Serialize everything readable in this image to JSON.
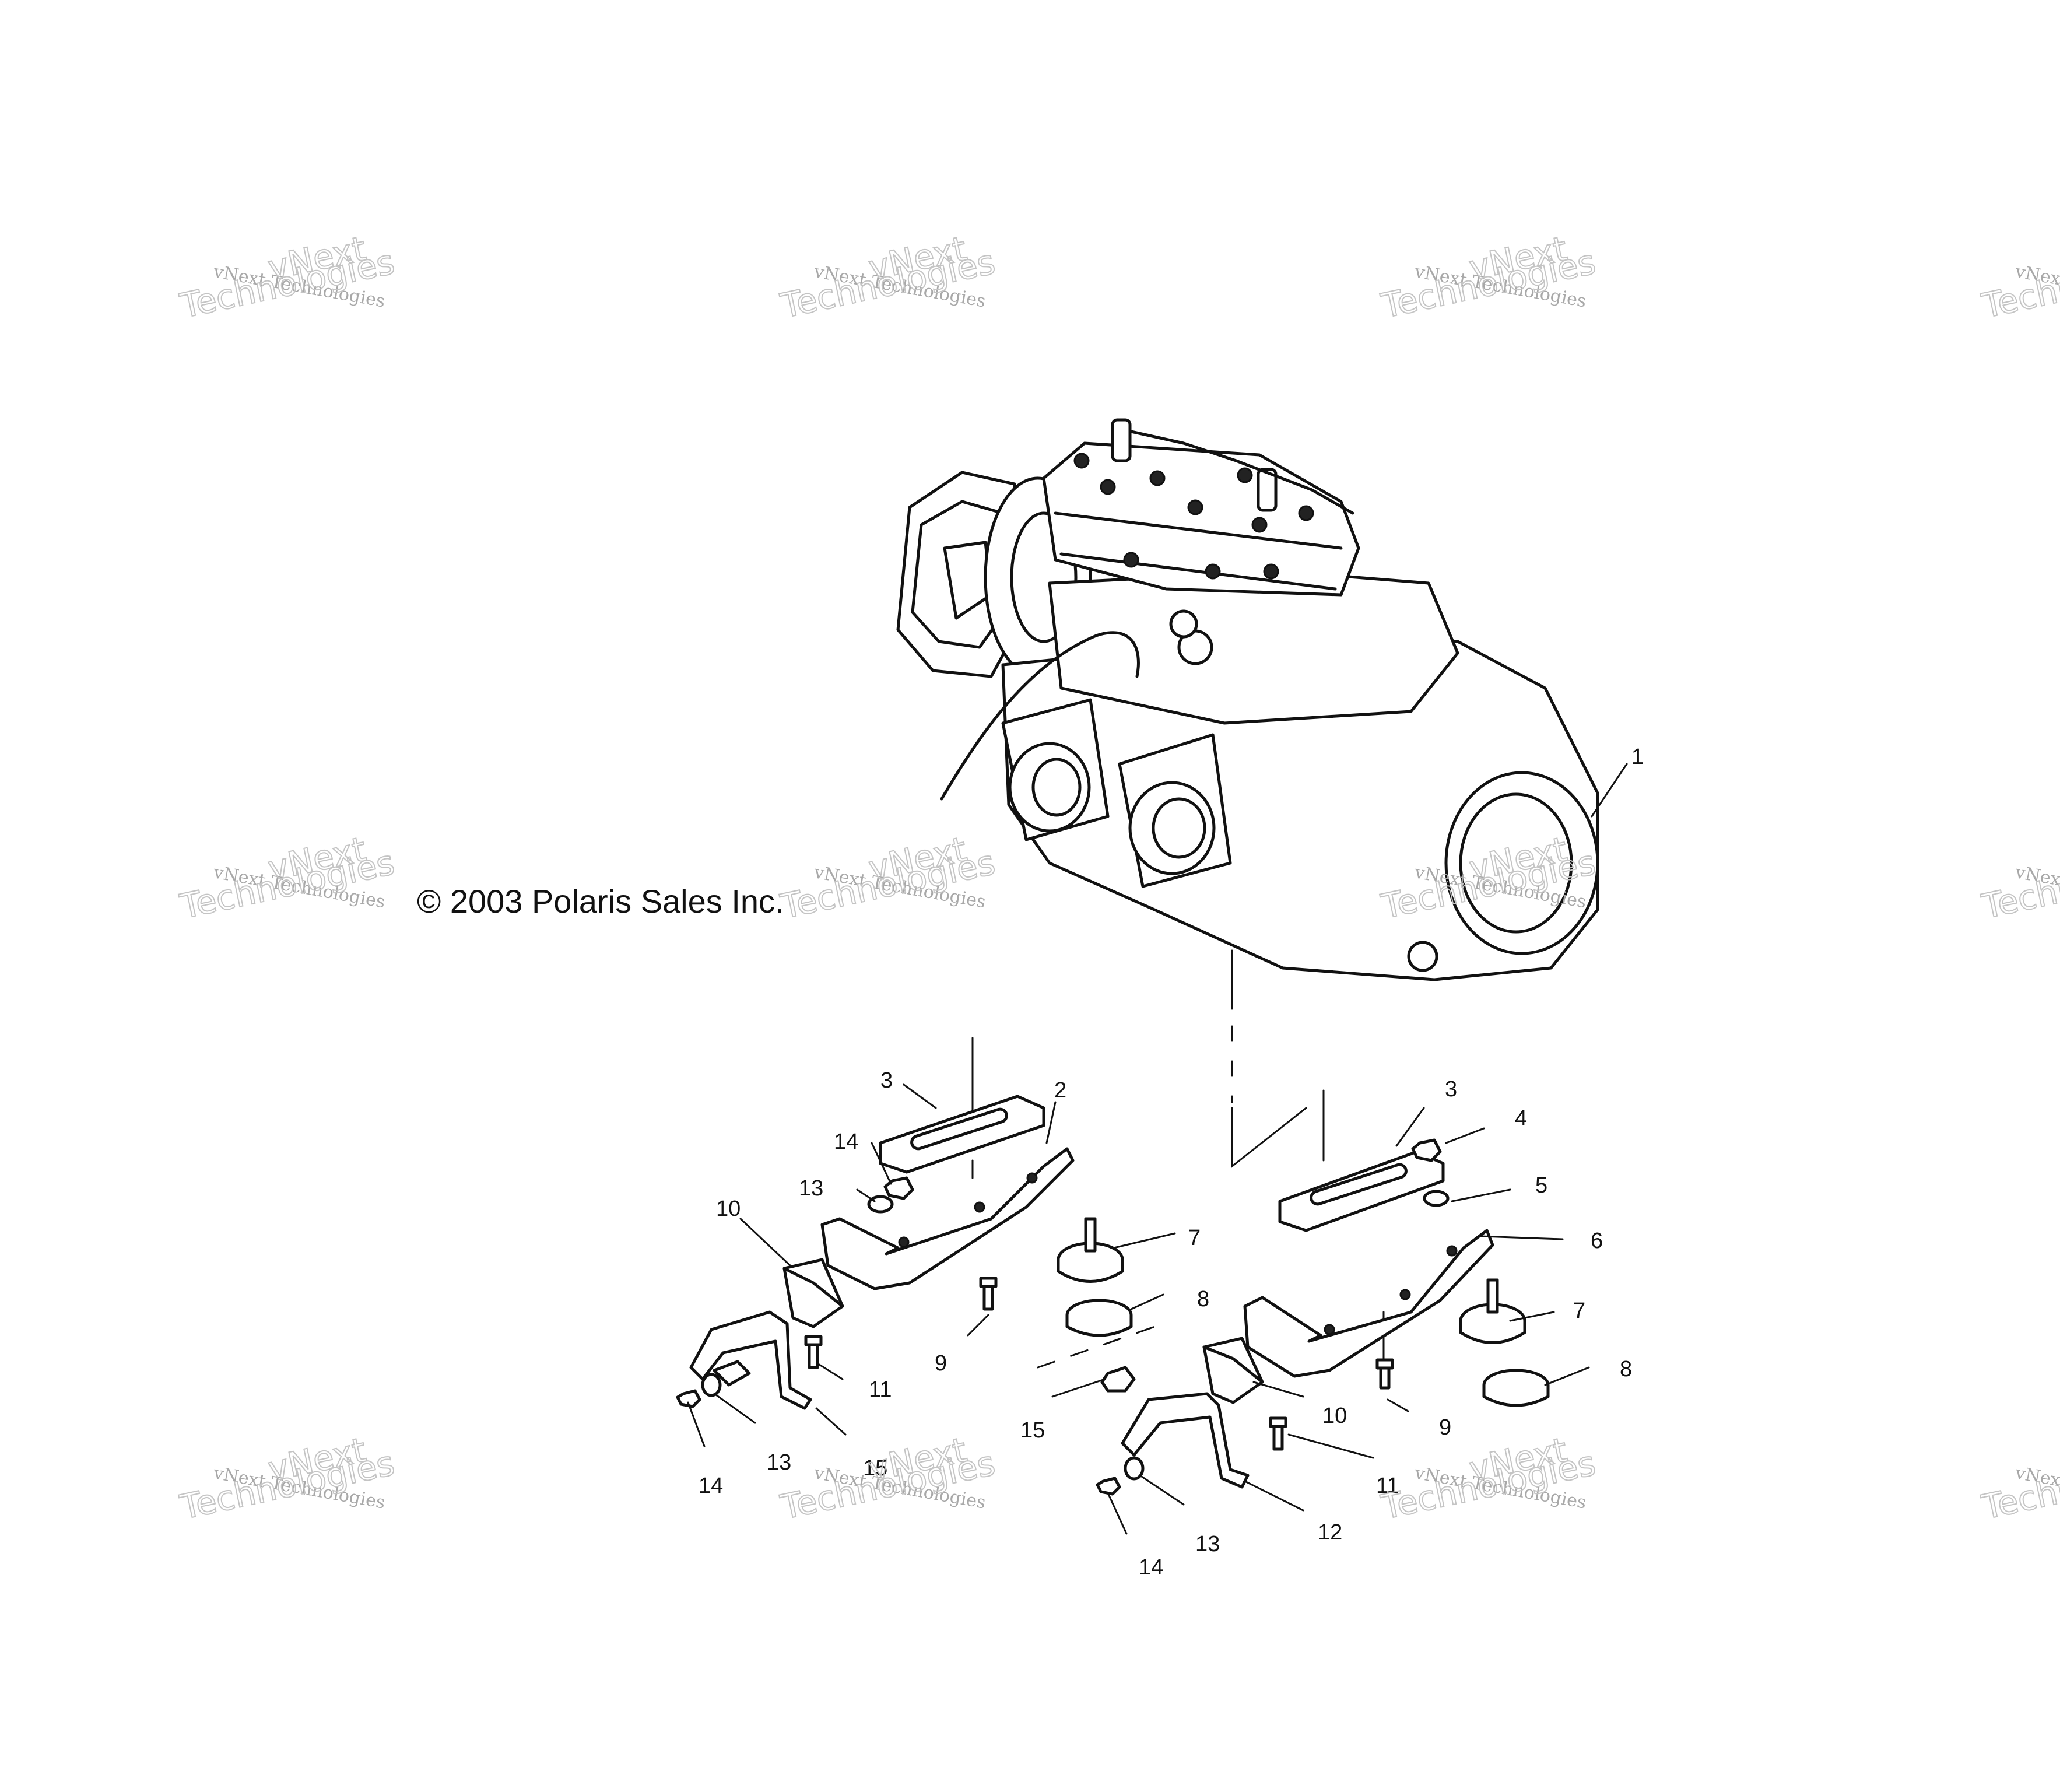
{
  "copyright": "© 2003 Polaris Sales Inc.",
  "watermark": {
    "small_text": "vNext Technologies",
    "big_line1": "vNext",
    "big_line2": "Technologies"
  },
  "callouts": [
    "1",
    "2",
    "3",
    "3",
    "4",
    "5",
    "6",
    "7",
    "7",
    "8",
    "8",
    "9",
    "9",
    "10",
    "10",
    "11",
    "11",
    "12",
    "13",
    "13",
    "13",
    "14",
    "14",
    "14",
    "15",
    "15"
  ],
  "colors": {
    "ink": "#111111",
    "watermark": "#b0b0b0",
    "background": "#ffffff"
  }
}
